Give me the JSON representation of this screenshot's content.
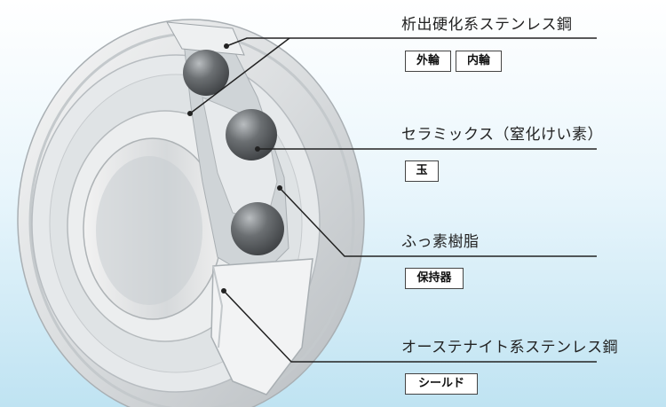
{
  "callouts": [
    {
      "material": "析出硬化系ステンレス鋼",
      "parts": [
        "外輪",
        "内輪"
      ]
    },
    {
      "material": "セラミックス（窒化けい素）",
      "parts": [
        "玉"
      ]
    },
    {
      "material": "ふっ素樹脂",
      "parts": [
        "保持器"
      ]
    },
    {
      "material": "オーステナイト系ステンレス鋼",
      "parts": [
        "シールド"
      ]
    }
  ],
  "colors": {
    "leader_line": "#222222",
    "steel_light": "#f4f4f4",
    "steel_mid": "#d2d6d8",
    "steel_dark": "#a9afb3",
    "ball": "#5b5f62"
  }
}
